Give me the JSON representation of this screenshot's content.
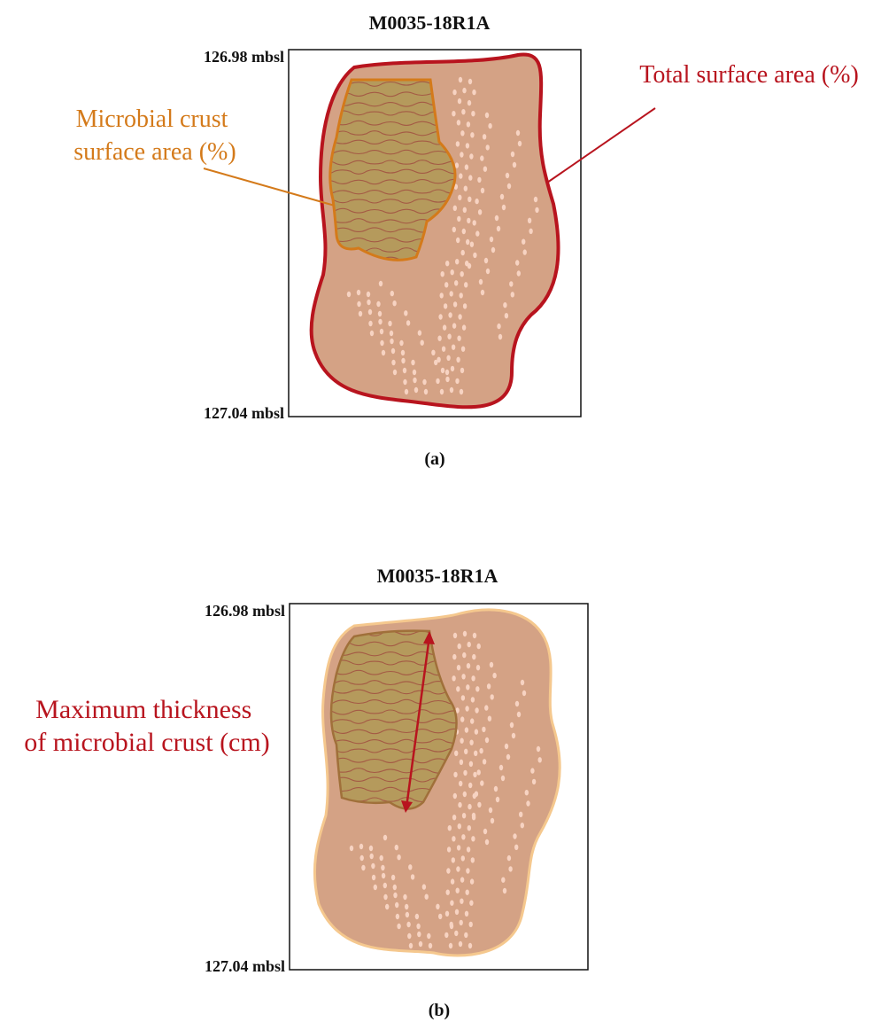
{
  "panels": [
    {
      "id": "a",
      "title": "M0035-18R1A",
      "top_depth": "126.98 mbsl",
      "bottom_depth": "127.04 mbsl",
      "caption": "(a)",
      "labels": {
        "crust_line1": "Microbial crust",
        "crust_line2": "surface area (%)",
        "total": "Total surface area (%)"
      }
    },
    {
      "id": "b",
      "title": "M0035-18R1A",
      "top_depth": "126.98 mbsl",
      "bottom_depth": "127.04 mbsl",
      "caption": "(b)",
      "labels": {
        "thickness_line1": "Maximum thickness",
        "thickness_line2": "of microbial crust (cm)"
      }
    }
  ],
  "colors": {
    "core_fill": "#d4a285",
    "core_outline_a": "#b8141e",
    "core_outline_b": "#f5c88e",
    "crust_fill": "#b59a5c",
    "crust_lines": "#a45a45",
    "crust_outline_a": "#d47a1a",
    "crust_outline_b": "#a0703a",
    "crust_label": "#d47a1a",
    "red_label": "#b8141e",
    "dots": "#f7d3c2"
  }
}
